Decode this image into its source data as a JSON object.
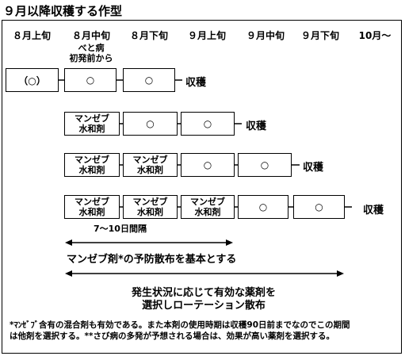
{
  "title": "９月以降収穫する作型",
  "periods": [
    "８月上旬",
    "８月中旬",
    "８月下旬",
    "９月上旬",
    "９月中旬",
    "９月下旬",
    "10月～"
  ],
  "note_top": {
    "line1": "べと病",
    "line2": "初発前から"
  },
  "circle": "○",
  "circle_paren": "（○）",
  "mancozeb": {
    "line1": "マンゼブ",
    "line2": "水和剤"
  },
  "harvest_label": "収穫",
  "interval_label": "7～10日間隔",
  "prevent_label": "マンゼブ剤*の予防散布を基本とする",
  "select_label": {
    "line1": "発生状況に応じて有効な薬剤を",
    "line2": "選択しローテーション散布"
  },
  "footnote": {
    "line1": "*ﾏﾝｾﾞﾌﾞ含有の混合剤も有効である。また本剤の使用時期は収穫90日前までなのでこの期間",
    "line2": "は他剤を選択する。**さび病の多発が予想される場合は、効果が高い薬剤を選択する。"
  }
}
